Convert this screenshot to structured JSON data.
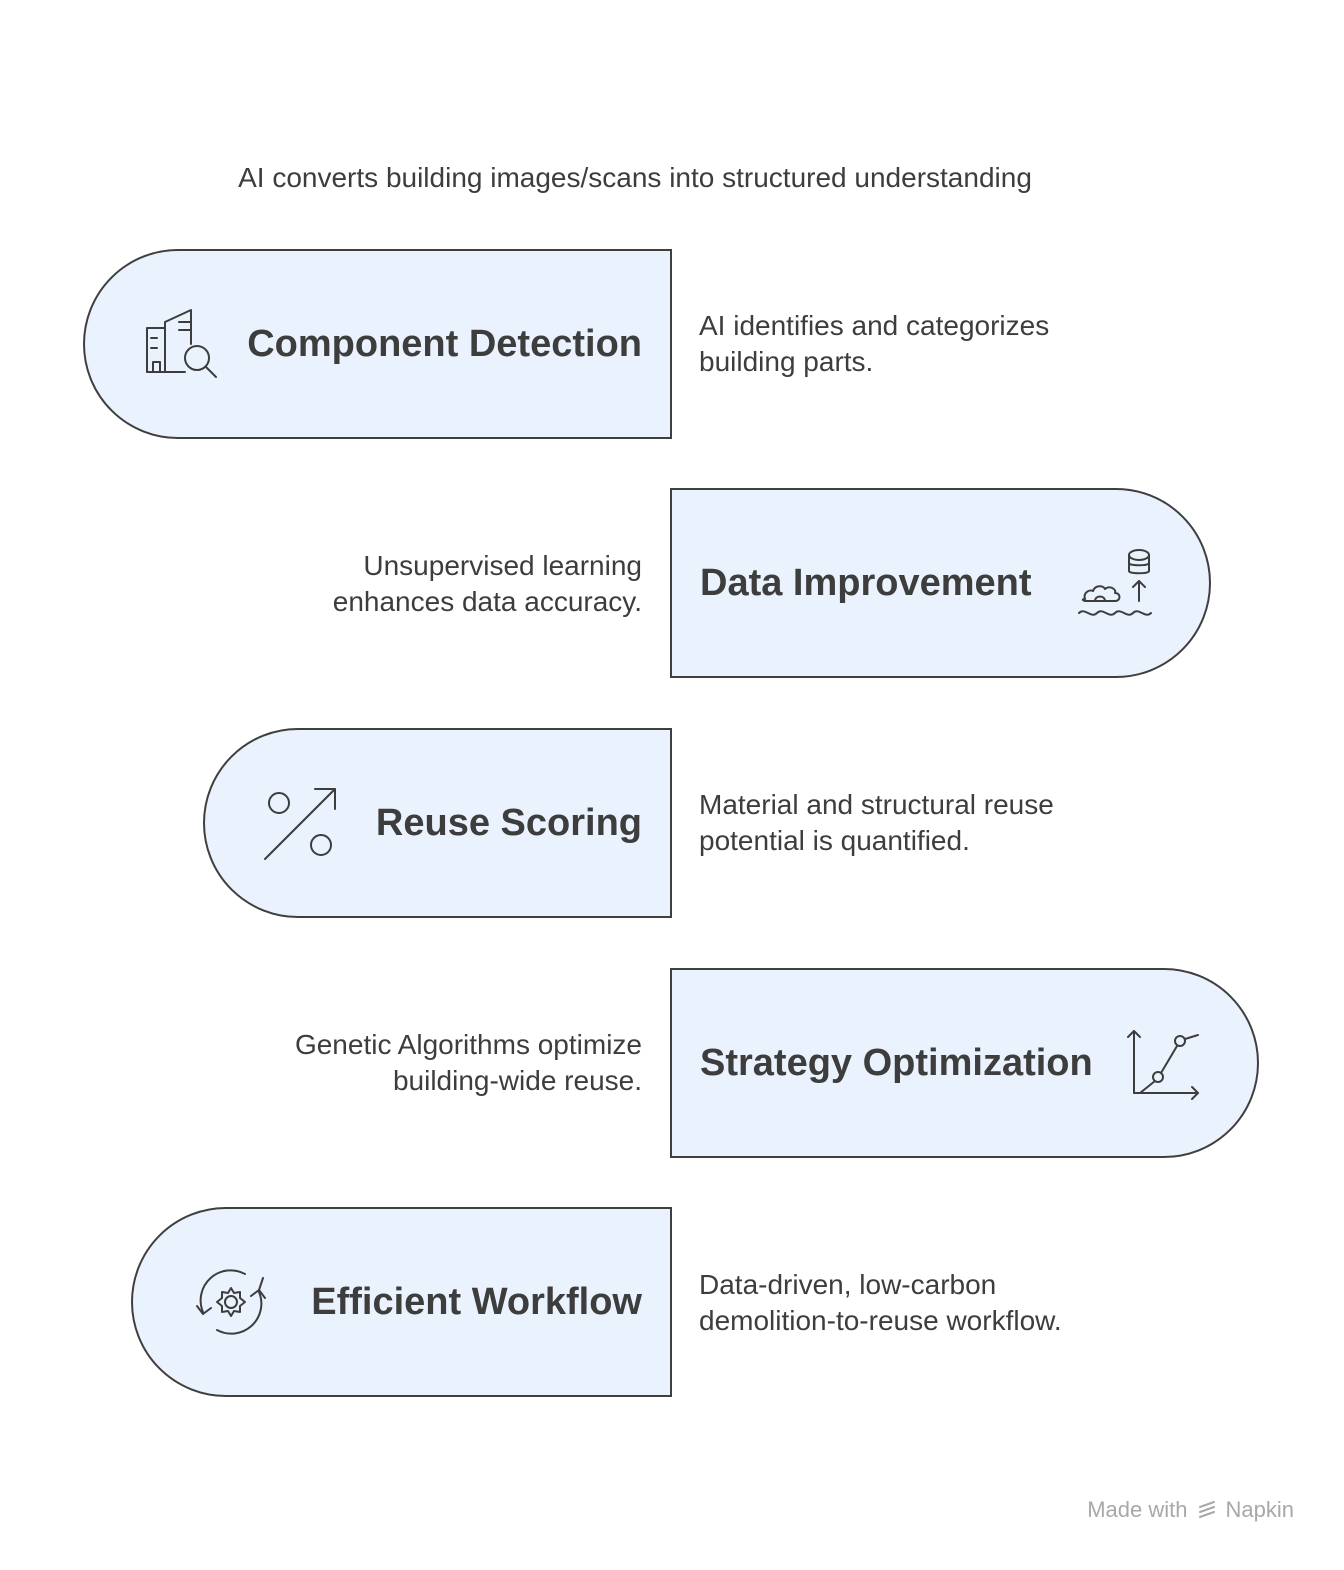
{
  "heading": "AI converts building images/scans into structured understanding",
  "steps": [
    {
      "title": "Component Detection",
      "icon": "building-search-icon",
      "description": [
        "AI identifies and categorizes",
        "building parts."
      ]
    },
    {
      "title": "Data Improvement",
      "icon": "data-improvement-icon",
      "description": [
        "Unsupervised learning",
        "enhances data accuracy."
      ]
    },
    {
      "title": "Reuse Scoring",
      "icon": "percent-icon",
      "description": [
        "Material and structural reuse",
        "potential is quantified."
      ]
    },
    {
      "title": "Strategy Optimization",
      "icon": "growth-chart-icon",
      "description": [
        "Genetic Algorithms optimize",
        "building-wide reuse."
      ]
    },
    {
      "title": "Efficient Workflow",
      "icon": "gear-cycle-icon",
      "description": [
        "Data-driven, low-carbon",
        "demolition-to-reuse workflow."
      ]
    }
  ],
  "footer": {
    "made_with": "Made with",
    "brand": "Napkin"
  },
  "colors": {
    "card_fill": "#eaf3fd",
    "card_border": "#3f3f3f",
    "text": "#3d3d3d",
    "footer_text": "#a8a8a8"
  }
}
